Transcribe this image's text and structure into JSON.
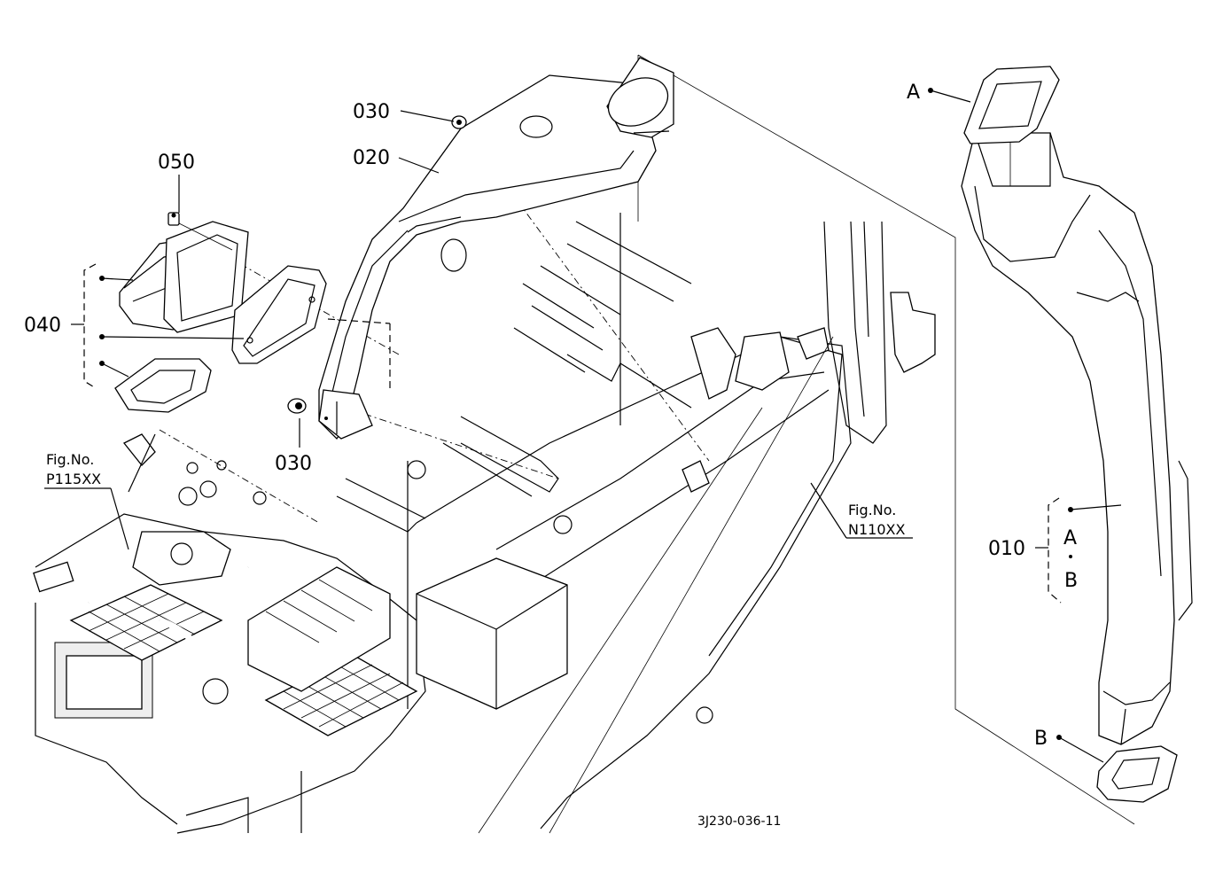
{
  "diagram": {
    "type": "exploded-parts-diagram",
    "drawing_number": "3J230-036-11",
    "part_labels": {
      "p010": "010",
      "p020": "020",
      "p030_top": "030",
      "p030_bottom": "030",
      "p040": "040",
      "p050": "050"
    },
    "detail_markers": {
      "a": "A",
      "b": "B",
      "group_a": "A",
      "group_sep": "·",
      "group_b": "B"
    },
    "figure_refs": [
      {
        "title": "Fig.No.",
        "number": "P115XX"
      },
      {
        "title": "Fig.No.",
        "number": "N110XX"
      }
    ]
  }
}
